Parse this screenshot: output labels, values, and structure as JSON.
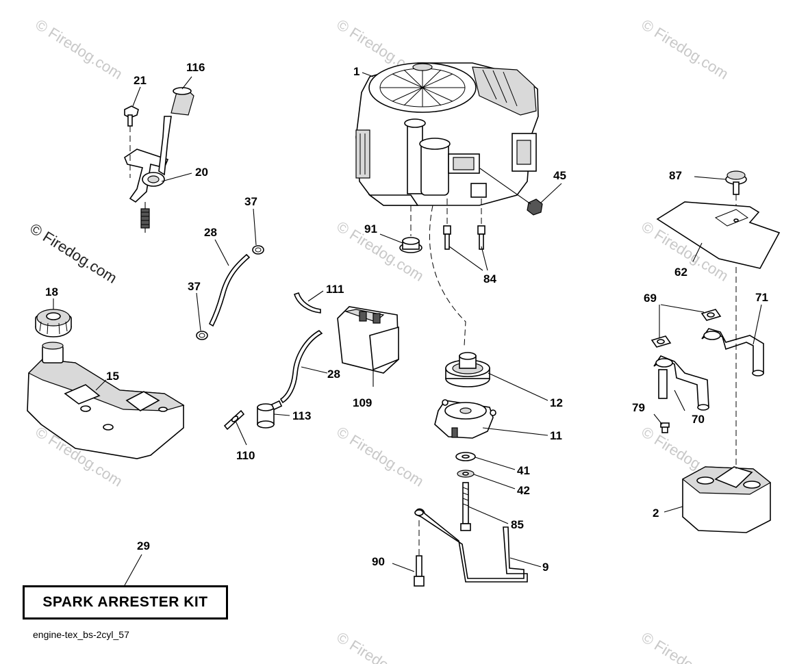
{
  "watermark": {
    "text": "© Firedog.com",
    "tile_text": "© Firedog.com"
  },
  "kit_label": "SPARK ARRESTER KIT",
  "footer_code": "engine-tex_bs-2cyl_57",
  "callouts": {
    "c1": "1",
    "c2": "2",
    "c9": "9",
    "c11": "11",
    "c12": "12",
    "c15": "15",
    "c18": "18",
    "c20": "20",
    "c21": "21",
    "c28a": "28",
    "c28b": "28",
    "c29": "29",
    "c37a": "37",
    "c37b": "37",
    "c41": "41",
    "c42": "42",
    "c45": "45",
    "c62": "62",
    "c69": "69",
    "c70": "70",
    "c71": "71",
    "c79": "79",
    "c84": "84",
    "c85": "85",
    "c87": "87",
    "c90": "90",
    "c91": "91",
    "c109": "109",
    "c110": "110",
    "c111": "111",
    "c113": "113",
    "c116": "116"
  }
}
